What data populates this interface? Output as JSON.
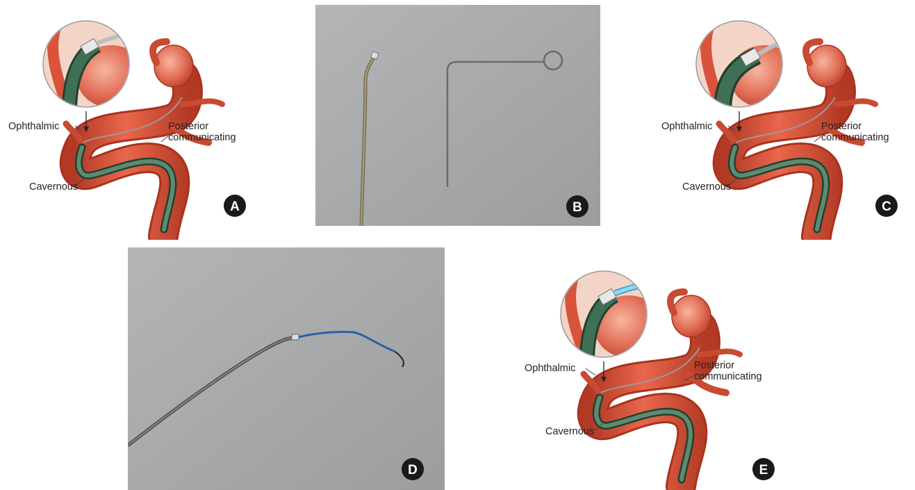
{
  "panels": {
    "a": {
      "badge": "A",
      "labels": {
        "ophthalmic": "Ophthalmic",
        "posterior": "Posterior",
        "communicating": "communicating",
        "cavernous": "Cavernous"
      }
    },
    "b": {
      "badge": "B"
    },
    "c": {
      "badge": "C",
      "labels": {
        "ophthalmic": "Ophthalmic",
        "posterior": "Posterior",
        "communicating": "communicating",
        "cavernous": "Cavernous"
      }
    },
    "d": {
      "badge": "D"
    },
    "e": {
      "badge": "E",
      "labels": {
        "ophthalmic": "Ophthalmic",
        "posterior": "Posterior",
        "communicating": "communicating",
        "cavernous": "Cavernous"
      }
    }
  },
  "colors": {
    "artery": "#d9523c",
    "artery_dark": "#a8331f",
    "artery_light": "#ef8a70",
    "catheter": "#3f6f55",
    "catheter_dark": "#22402f",
    "microcatheter_blue": "#6cc6e6",
    "photo_background": "#a9aaab"
  }
}
